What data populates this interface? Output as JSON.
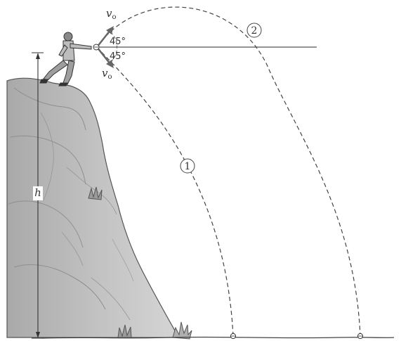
{
  "figure": {
    "velocity_top": {
      "main": "v",
      "sub": "o"
    },
    "velocity_bottom": {
      "main": "v",
      "sub": "o"
    },
    "angle_up": "45°",
    "angle_down": "45°",
    "height_label": "h",
    "trajectory_1": "1",
    "trajectory_2": "2"
  }
}
